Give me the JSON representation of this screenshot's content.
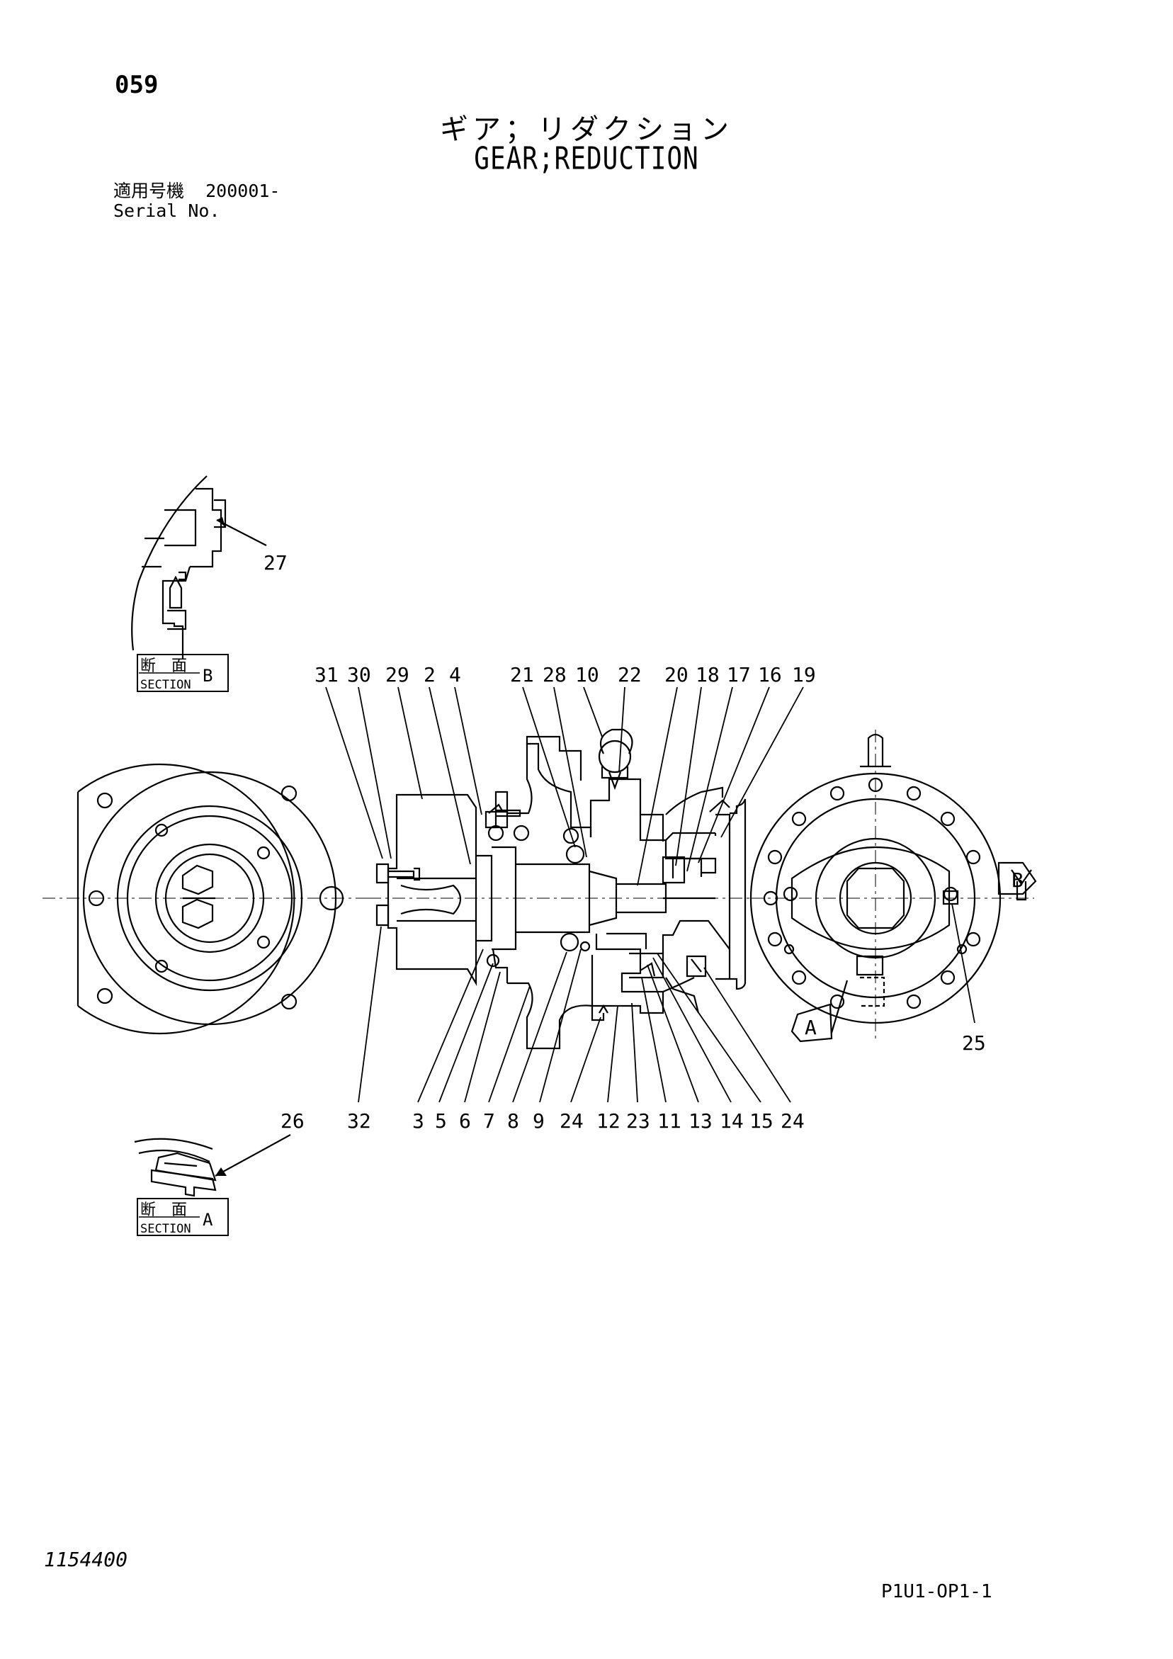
{
  "header": {
    "page_number": "059",
    "title_jp": "ギア；リダクション",
    "title_en": "GEAR;REDUCTION",
    "serial_label_jp": "適用号機",
    "serial_value": "200001-",
    "serial_label_en": "Serial No."
  },
  "footer": {
    "doc_number": "1154400",
    "sheet_code": "P1U1-OP1-1"
  },
  "section_labels": {
    "b": {
      "jp": "断　面",
      "en": "SECTION",
      "letter": "B"
    },
    "a": {
      "jp": "断　面",
      "en": "SECTION",
      "letter": "A"
    }
  },
  "view_markers": {
    "a": "A",
    "b": "B"
  },
  "part_callouts_top": [
    "31",
    "30",
    "29",
    "2",
    "4",
    "21",
    "28",
    "10",
    "22",
    "20",
    "18",
    "17",
    "16",
    "19"
  ],
  "part_callouts_bottom": [
    "32",
    "3",
    "5",
    "6",
    "7",
    "8",
    "9",
    "24",
    "12",
    "23",
    "11",
    "13",
    "14",
    "15",
    "24"
  ],
  "part_callouts_other": {
    "section_b": "27",
    "section_a": "26",
    "side_view": "25"
  }
}
